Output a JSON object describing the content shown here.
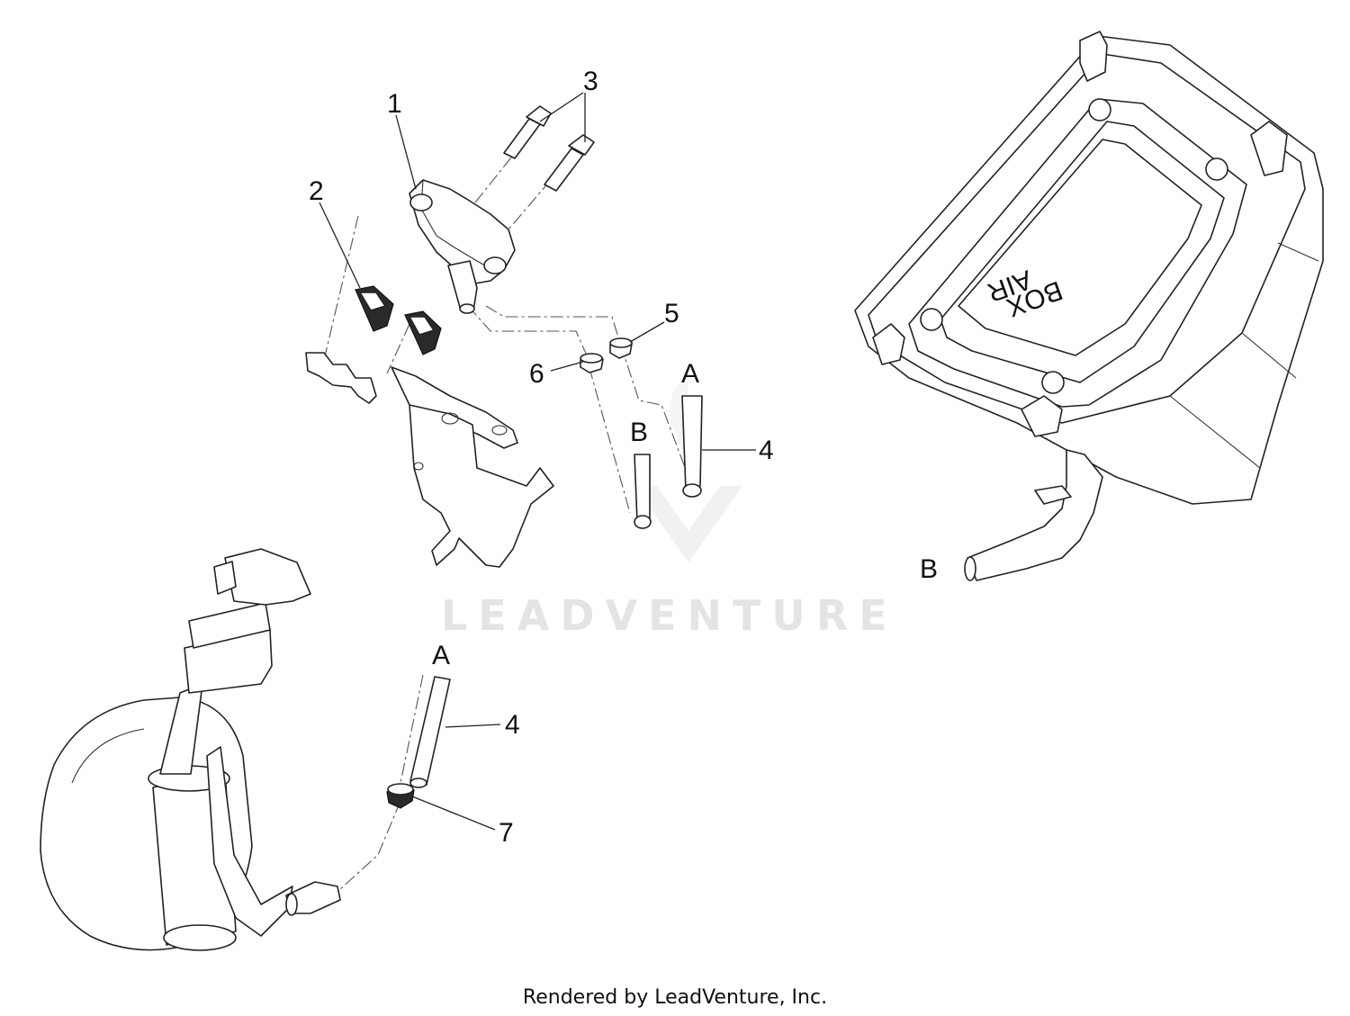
{
  "callouts": {
    "c1": "1",
    "c2": "2",
    "c3": "3",
    "c4a": "4",
    "c4b": "4",
    "c5": "5",
    "c6": "6",
    "c7": "7",
    "ref_a_upper": "A",
    "ref_a_lower": "A",
    "ref_b_hose": "B",
    "ref_b_airbox": "B"
  },
  "airbox_label_line1": "AIR",
  "airbox_label_line2": "BOX",
  "watermark": "LEADVENTURE",
  "footer": "Rendered by LeadVenture, Inc."
}
